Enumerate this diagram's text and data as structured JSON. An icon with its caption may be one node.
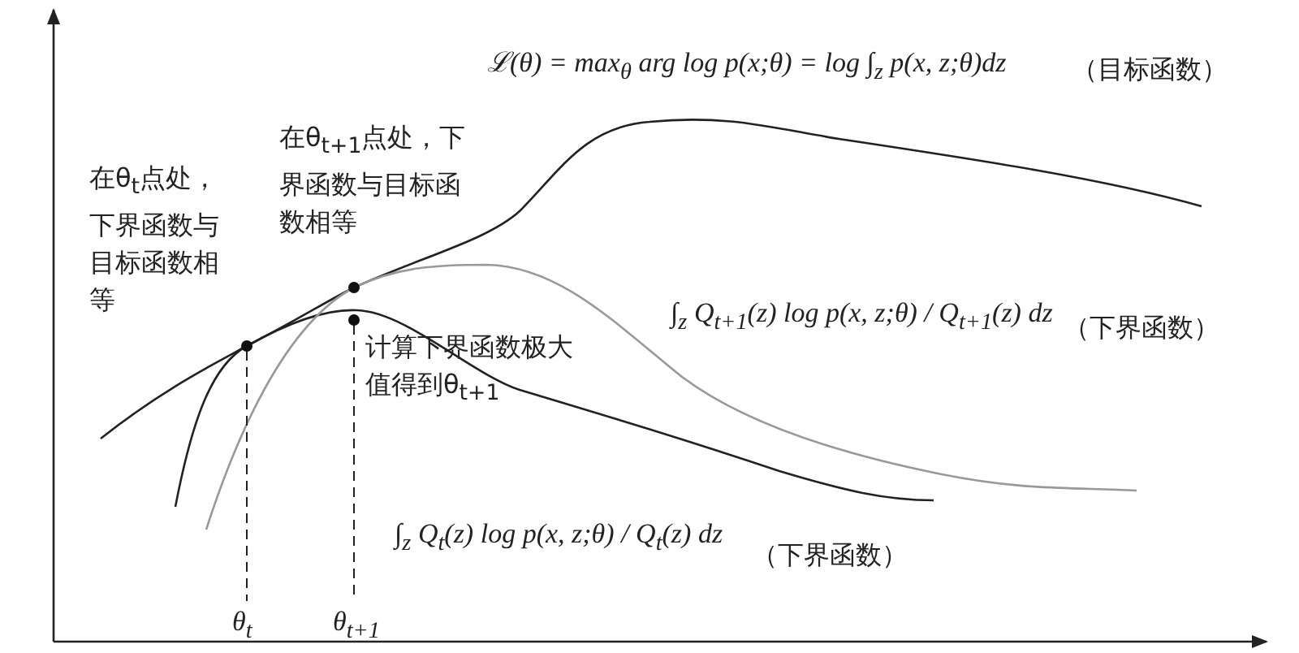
{
  "diagram": {
    "labels": [
      "ℒ(θ) = max$_{θ}$ arg log p(x;θ) = log ∫$_{z}$ p(x, z;θ)dz",
      "（目标函数）",
      "在θ$_{t+1}$点处，下界函数与目标函数相等",
      "在θ$_{t}$点处，下界函数与目标函数相等",
      "∫$_{z}$ Q$_{t+1}$(z) log p(x, z;θ) / Q$_{t+1}$(z) dz",
      "（下界函数）",
      "计算下界函数极大值得到θ$_{t+1}$",
      "∫$_{z}$ Q$_{t}$(z) log p(x, z;θ) / Q$_{t}$(z) dz",
      "（下界函数）",
      "θ$_{t}$",
      "θ$_{t+1}$"
    ]
  }
}
